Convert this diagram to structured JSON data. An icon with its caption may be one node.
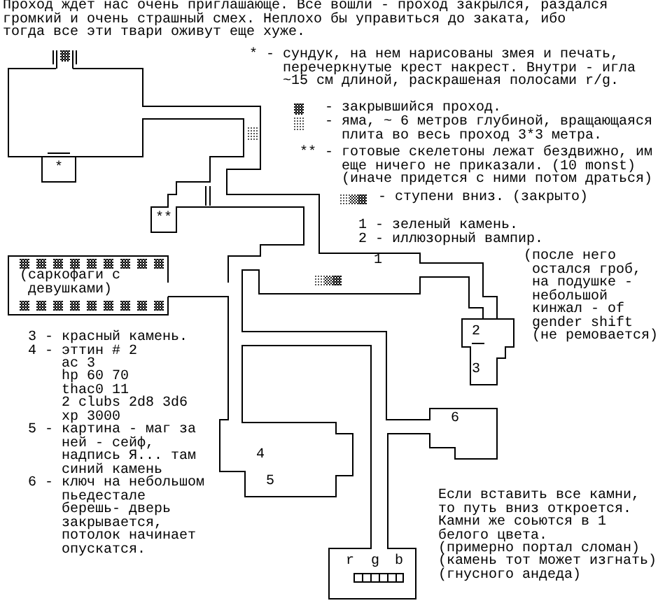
{
  "diagram": {
    "labels": [
      "Проход ждет нас очень приглашающе. Все вошли - проход закрылся, раздался громкий и очень страшный смех. Неплохо бы управиться до заката, ибо тогда все эти твари оживут еще хуже.",
      "* - сундук, на нем нарисованы змея и печать, перечеркнутые крест накрест. Внутри - игла ~15 см длиной, раскрашеная полосами r/g.",
      "** - готовые скелетоны лежат бездвижно, им еще ничего не приказали. (10 monst) (иначе придется с ними потом драться)",
      "1 - зеленый камень.",
      "2 - иллюзорный вампир.",
      "(после него остался гроб, на подушке - небольшой кинжал - of gender shift (не ремовается)",
      "3 - красный камень.",
      "4 - эттин # 2",
      "ac 3",
      "hp 60 70",
      "thac0 11",
      "2 clubs 2d8 3d6",
      "xp 3000",
      "5 - картина - маг за ней - сейф, надпись Я... там синий камень",
      "6 - ключ на небольшом пьедестале берешь- дверь закрывается, потолок начинает опускатся.",
      "Если вставить все камни, то путь вниз откроется. Камни же соьются в 1 белого цвета.",
      "(примерно портал сломан)",
      "(камень тот может изгнать)",
      "(гнусного андеда)",
      "*",
      "**",
      "(саркофаги с девушками)",
      "1",
      "2",
      "3",
      "4",
      "5",
      "6",
      "r",
      "g",
      "b"
    ],
    "legend": [
      {
        "text": "- закрывшийся проход."
      },
      {
        "text": "- яма, ~ 6 метров глубиной, вращающаяся плита во весь проход 3*3 метра."
      },
      {
        "text": "- ступени вниз. (закрыто)"
      }
    ]
  }
}
